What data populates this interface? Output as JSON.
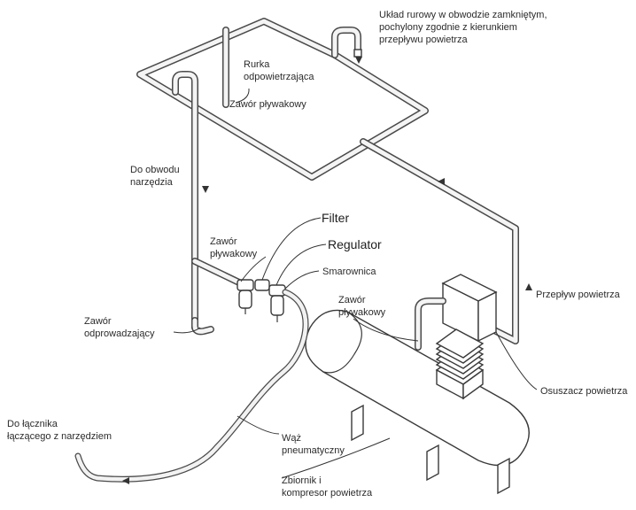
{
  "labels": {
    "closed_loop": "Układ rurowy w obwodzie zamkniętym,\npochylony zgodnie z kierunkiem\nprzepływu powietrza",
    "bleed_tube": "Rurka\nodpowietrzająca",
    "float_valve_top": "Zawór pływakowy",
    "to_tool_circuit": "Do obwodu\nnarzędzia",
    "filter": "Filter",
    "regulator": "Regulator",
    "float_valve_left": "Zawór\npływakowy",
    "lubricator": "Smarownica",
    "float_valve_right": "Zawór\npływakowy",
    "air_flow": "Przepływ powietrza",
    "drain_valve": "Zawór\nodprowadzający",
    "dryer": "Osuszacz powietrza",
    "to_tool_coupler": "Do łącznika\nłączącego z narzędziem",
    "hose": "Wąż\npneumatyczny",
    "tank_compressor": "Zbiornik i\nkompresor powietrza"
  },
  "colors": {
    "pipe_outline": "#4a4a4a",
    "pipe_fill": "#f4f4f4",
    "text": "#2b2b2b"
  }
}
